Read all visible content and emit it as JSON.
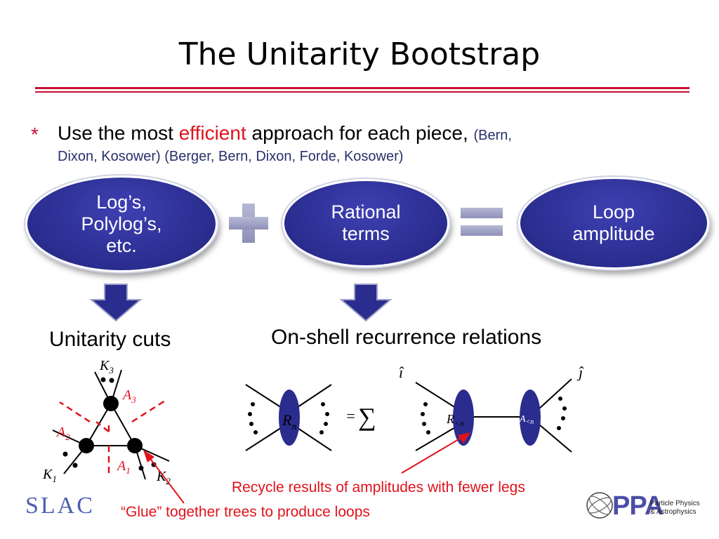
{
  "slide": {
    "title": "The Unitarity Bootstrap",
    "bullet": {
      "marker": "*",
      "text_before": "Use the most ",
      "highlight": "efficient",
      "text_after": " approach for each piece, ",
      "citation_part1": "(Bern,",
      "citation_part2": "Dixon, Kosower) (Berger, Bern, Dixon, Forde, Kosower)"
    },
    "ovals": {
      "logs": "Log’s,\nPolylog’s,\netc.",
      "rational": "Rational\nterms",
      "loop": "Loop\namplitude"
    },
    "sections": {
      "unitarity": "Unitarity cuts",
      "onshell": "On-shell recurrence relations"
    },
    "cut_diagram": {
      "k1": "K",
      "k1_sub": "1",
      "k2": "K",
      "k2_sub": "2",
      "k3": "K",
      "k3_sub": "3",
      "a1": "A",
      "a1_sub": "1",
      "a2": "A",
      "a2_sub": "2",
      "a3": "A",
      "a3_sub": "3"
    },
    "recursion": {
      "rn": "R",
      "rn_sub": "n",
      "equals": "=",
      "sum": "∑",
      "i_hat": "î",
      "j_hat": "ĵ",
      "r_less": "R",
      "r_less_sub": "<n",
      "a_less": "A",
      "a_less_sub": "<n"
    },
    "annotations": {
      "recycle": "Recycle results of amplitudes with fewer legs",
      "glue": "“Glue” together trees to produce loops"
    },
    "logos": {
      "slac": "SLAC",
      "ppa": "PPA",
      "ppa_sub": "Particle Physics\n& Astrophysics"
    },
    "colors": {
      "title_rule": "#c8102e",
      "highlight": "#e0131c",
      "citation": "#28306a",
      "oval_fill": "#2a2c8e",
      "operator": "#a3a5c9",
      "cut_lines": "#e0131c"
    }
  }
}
